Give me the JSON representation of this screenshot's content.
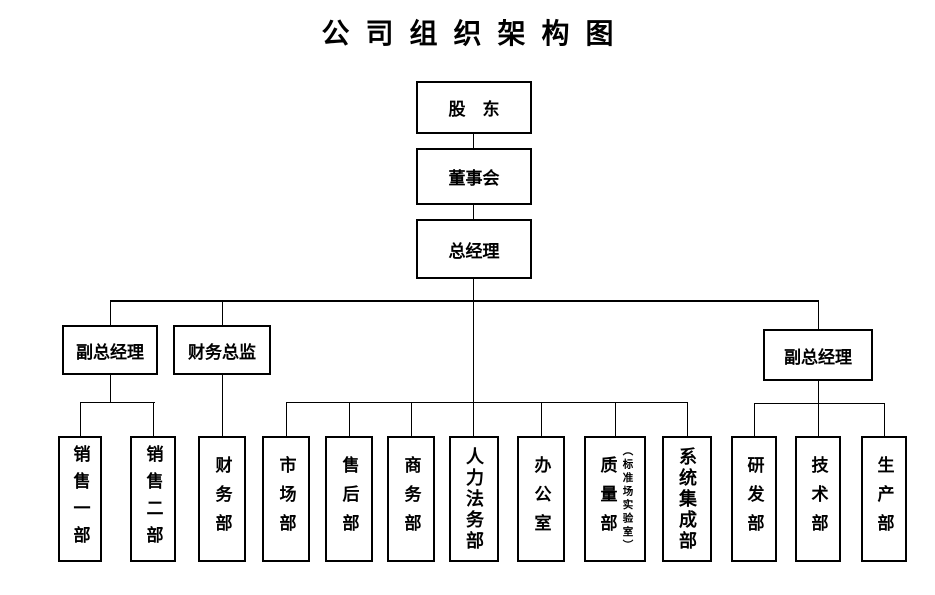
{
  "title": "公司组织架构图",
  "nodes": {
    "shareholders": "股　东",
    "board": "董事会",
    "general_manager": "总经理",
    "deputy_gm_left": "副总经理",
    "finance_director": "财务总监",
    "deputy_gm_right": "副总经理",
    "sales_dept_1": "销售一部",
    "sales_dept_2": "销售二部",
    "finance_dept": "财务部",
    "market_dept": "市场部",
    "aftersales_dept": "售后部",
    "business_dept": "商务部",
    "hr_legal_dept": "人力法务部",
    "office": "办公室",
    "quality_dept": "质量部",
    "quality_dept_note": "（标准场实验室）",
    "system_integration_dept": "系统集成部",
    "rd_dept": "研发部",
    "tech_dept": "技术部",
    "production_dept": "生产部"
  },
  "colors": {
    "line": "#000000",
    "background": "#ffffff",
    "text": "#000000"
  }
}
